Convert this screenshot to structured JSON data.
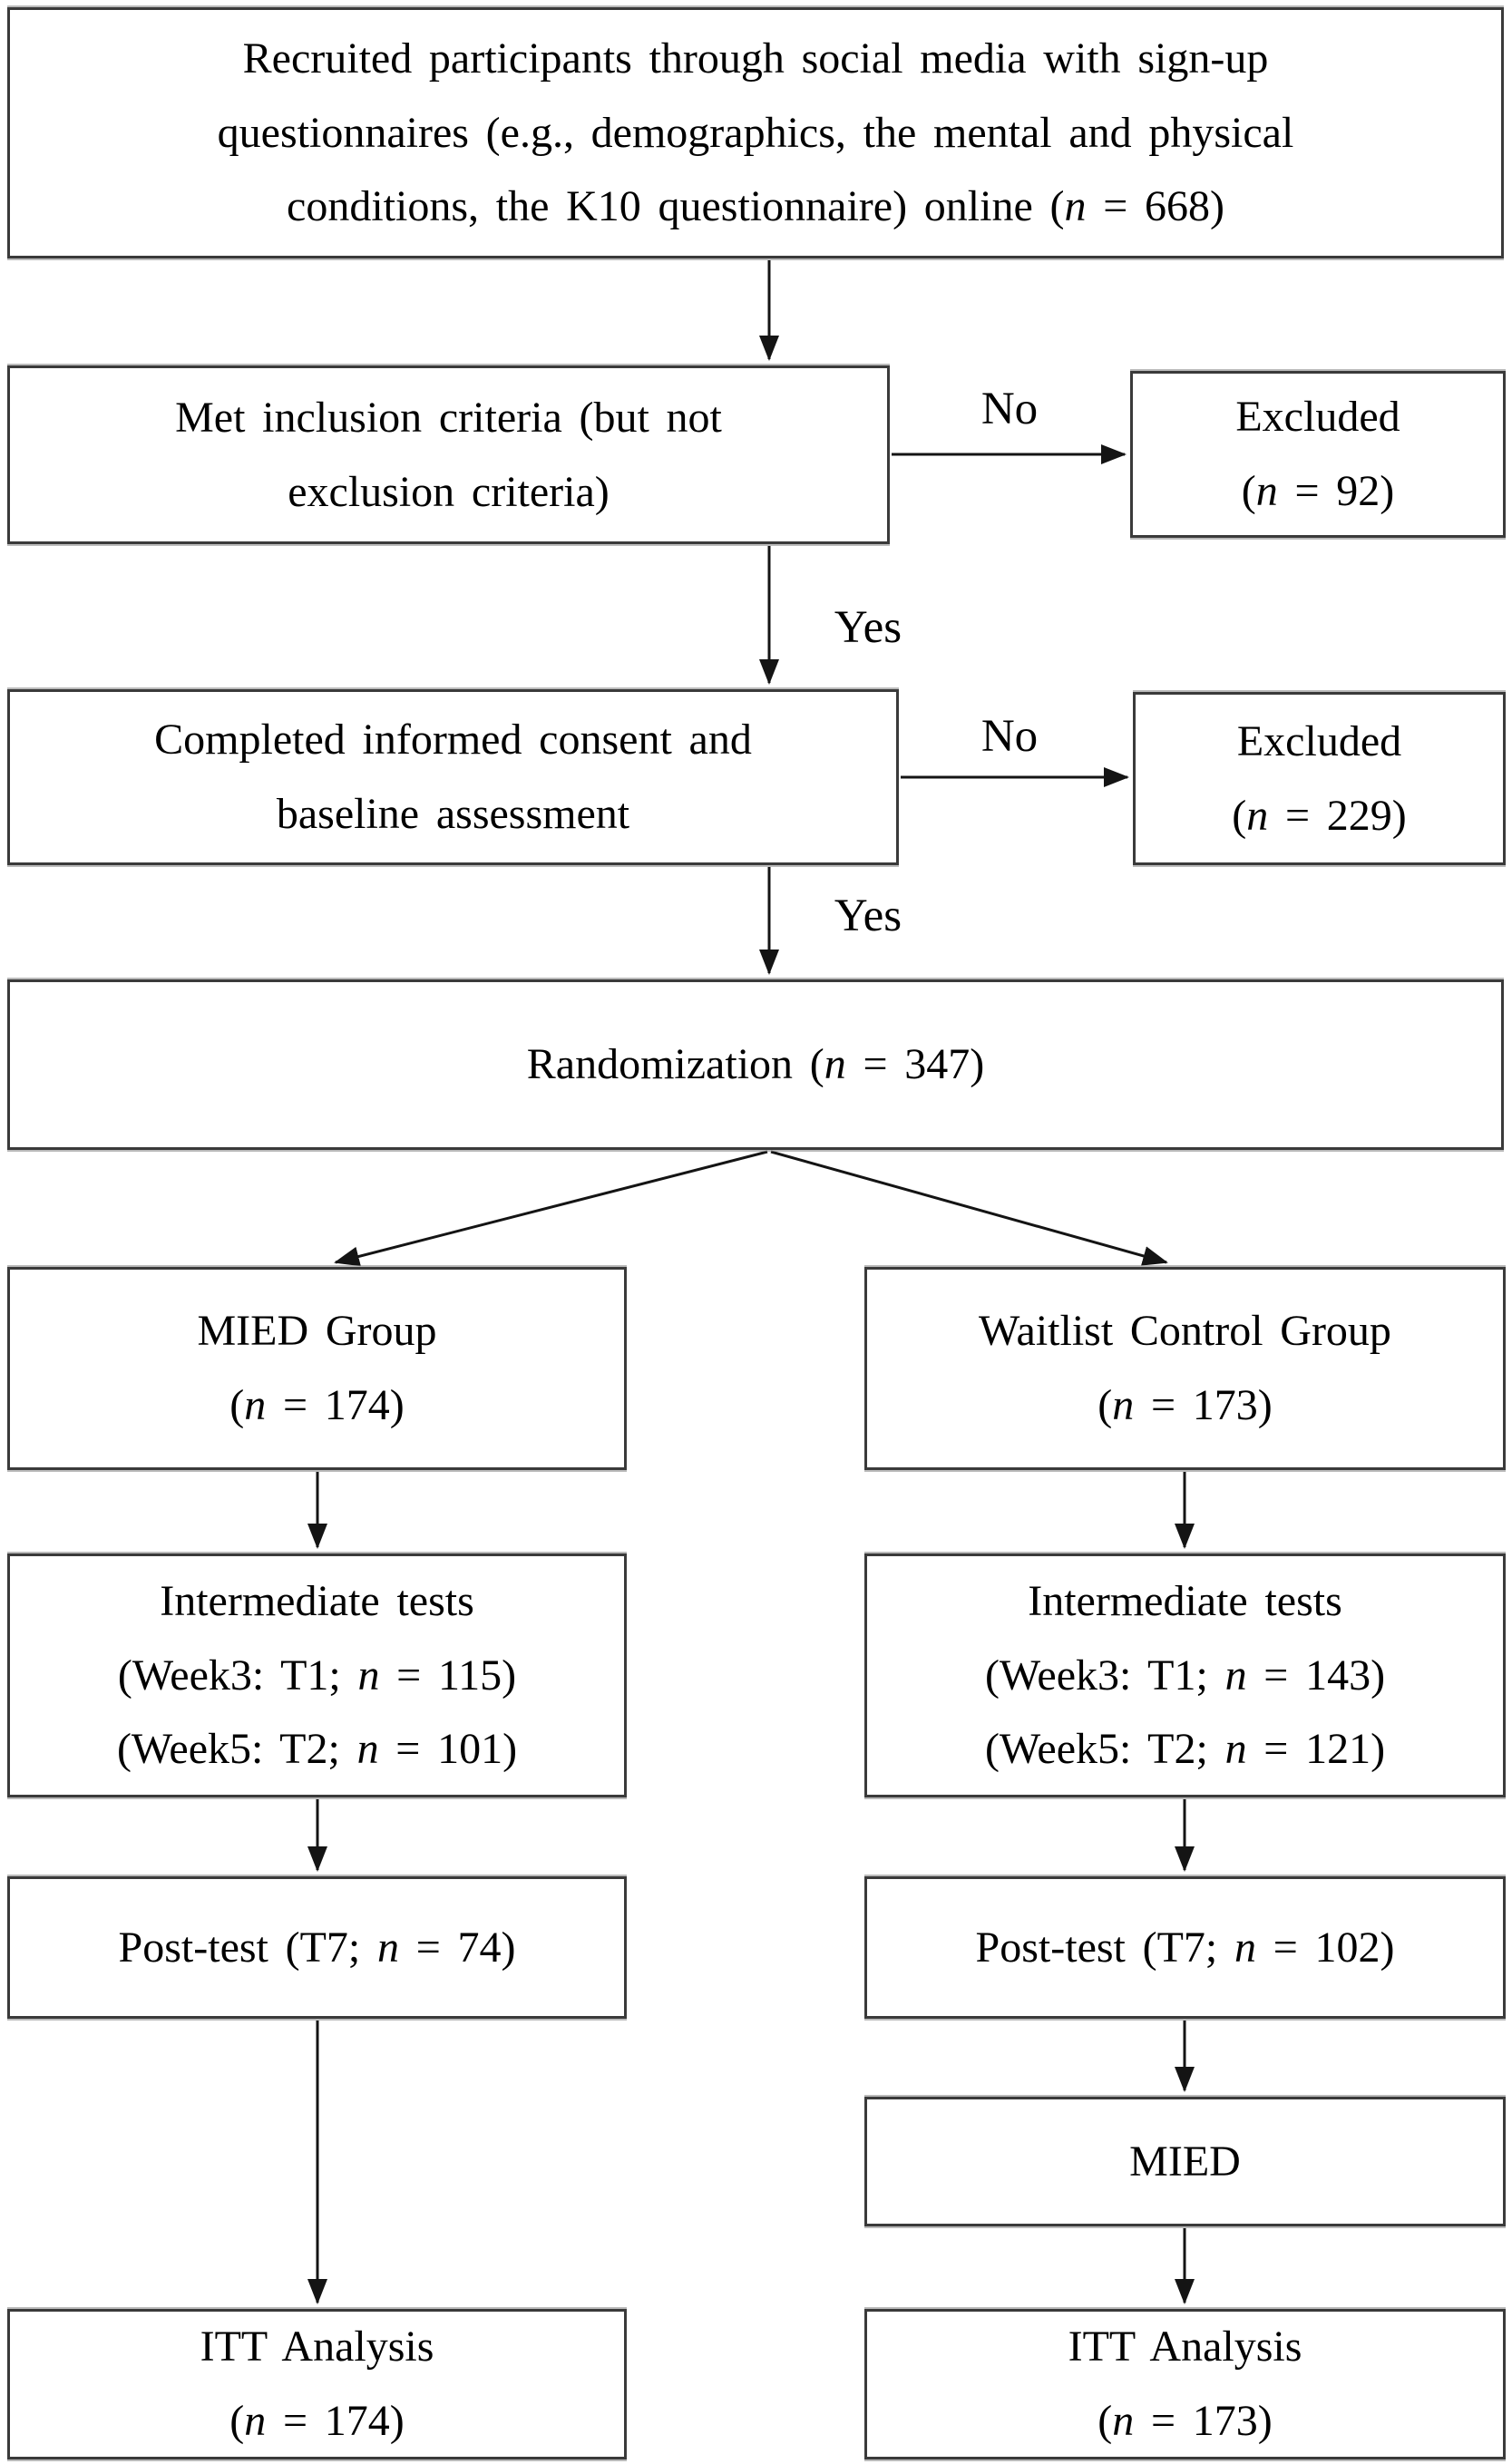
{
  "diagram": {
    "type": "consort-flowchart",
    "background": "#ffffff",
    "box_border_color": "#3a3a3a",
    "line_color": "#141414",
    "text_color": "#000000",
    "labels": {
      "yes": "Yes",
      "no": "No"
    },
    "boxes": {
      "recruited": {
        "lines": [
          {
            "pre": "Recruited participants through social media with sign-up"
          },
          {
            "pre": "questionnaires (e.g., demographics, the mental and physical"
          },
          {
            "pre": "conditions, the K10 questionnaire) online (",
            "n": "n",
            "post": " = 668)"
          }
        ]
      },
      "met_inclusion": {
        "lines": [
          {
            "pre": "Met inclusion criteria (but not"
          },
          {
            "pre": "exclusion criteria)"
          }
        ]
      },
      "excluded_1": {
        "lines": [
          {
            "pre": "Excluded"
          },
          {
            "pre": "(",
            "n": "n",
            "post": " = 92)"
          }
        ]
      },
      "consent": {
        "lines": [
          {
            "pre": "Completed informed consent and"
          },
          {
            "pre": "baseline assessment"
          }
        ]
      },
      "excluded_2": {
        "lines": [
          {
            "pre": "Excluded"
          },
          {
            "pre": "(",
            "n": "n",
            "post": " = 229)"
          }
        ]
      },
      "randomization": {
        "lines": [
          {
            "pre": "Randomization (",
            "n": "n",
            "post": " = 347)"
          }
        ]
      },
      "mied_group": {
        "lines": [
          {
            "pre": "MIED Group"
          },
          {
            "pre": "(",
            "n": "n",
            "post": " = 174)"
          }
        ]
      },
      "waitlist_group": {
        "lines": [
          {
            "pre": "Waitlist Control Group"
          },
          {
            "pre": "(",
            "n": "n",
            "post": " = 173)"
          }
        ]
      },
      "intermediate_mied": {
        "lines": [
          {
            "pre": "Intermediate tests"
          },
          {
            "pre": "(Week3: T1; ",
            "n": "n",
            "post": " = 115)"
          },
          {
            "pre": "(Week5: T2; ",
            "n": "n",
            "post": " = 101)"
          }
        ]
      },
      "intermediate_waitlist": {
        "lines": [
          {
            "pre": "Intermediate tests"
          },
          {
            "pre": "(Week3: T1; ",
            "n": "n",
            "post": " = 143)"
          },
          {
            "pre": "(Week5: T2; ",
            "n": "n",
            "post": " = 121)"
          }
        ]
      },
      "posttest_mied": {
        "lines": [
          {
            "pre": "Post-test (T7; ",
            "n": "n",
            "post": " = 74)"
          }
        ]
      },
      "posttest_waitlist": {
        "lines": [
          {
            "pre": "Post-test (T7; ",
            "n": "n",
            "post": " = 102)"
          }
        ]
      },
      "mied_intervention": {
        "lines": [
          {
            "pre": "MIED"
          }
        ]
      },
      "itt_mied": {
        "lines": [
          {
            "pre": "ITT Analysis"
          },
          {
            "pre": "(",
            "n": "n",
            "post": " = 174)"
          }
        ]
      },
      "itt_waitlist": {
        "lines": [
          {
            "pre": "ITT Analysis"
          },
          {
            "pre": "(",
            "n": "n",
            "post": " = 173)"
          }
        ]
      }
    },
    "edges": [
      {
        "from": "recruited",
        "to": "met_inclusion",
        "label": ""
      },
      {
        "from": "met_inclusion",
        "to": "excluded_1",
        "label": "No"
      },
      {
        "from": "met_inclusion",
        "to": "consent",
        "label": "Yes"
      },
      {
        "from": "consent",
        "to": "excluded_2",
        "label": "No"
      },
      {
        "from": "consent",
        "to": "randomization",
        "label": "Yes"
      },
      {
        "from": "randomization",
        "to": "mied_group",
        "label": ""
      },
      {
        "from": "randomization",
        "to": "waitlist_group",
        "label": ""
      },
      {
        "from": "mied_group",
        "to": "intermediate_mied",
        "label": ""
      },
      {
        "from": "waitlist_group",
        "to": "intermediate_waitlist",
        "label": ""
      },
      {
        "from": "intermediate_mied",
        "to": "posttest_mied",
        "label": ""
      },
      {
        "from": "intermediate_waitlist",
        "to": "posttest_waitlist",
        "label": ""
      },
      {
        "from": "posttest_mied",
        "to": "itt_mied",
        "label": ""
      },
      {
        "from": "posttest_waitlist",
        "to": "mied_intervention",
        "label": ""
      },
      {
        "from": "mied_intervention",
        "to": "itt_waitlist",
        "label": ""
      }
    ]
  }
}
